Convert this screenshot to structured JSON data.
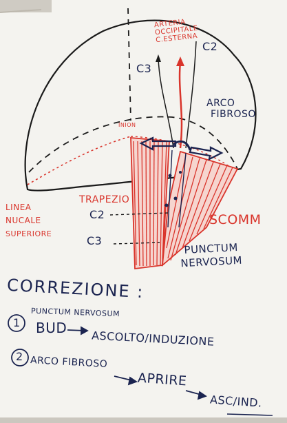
{
  "labels": {
    "arteria": [
      "ARTERIA",
      "OCCIPITALE",
      "C.ESTERNA"
    ],
    "c2_top": "C2",
    "c3_top": "C3",
    "arco_fibroso": [
      "ARCO",
      "FIBROSO"
    ],
    "inion": "INION",
    "linea_nucale": [
      "LINEA",
      "NUCALE",
      "SUPERIORE"
    ],
    "trapezio": "TRAPEZIO",
    "scomm": "SCOMM",
    "c2_mid": "C2",
    "c3_mid": "C3",
    "punctum_nervosum": [
      "PUNCTUM",
      "NERVOSUM"
    ]
  },
  "notes": {
    "title": "CORREZIONE :",
    "item1_number": "1",
    "item1_prefix": "PUNCTUM NERVOSUM",
    "item1_subject": "BUD",
    "item1_result": "ASCOLTO/INDUZIONE",
    "item2_number": "2",
    "item2_subject": "ARCO FIBROSO",
    "item2_action": "APRIRE",
    "item2_result": "ASC/IND."
  },
  "colors": {
    "board": "#f4f3ef",
    "ink_navy": "#1b2450",
    "ink_red": "#d9342b",
    "ink_black": "#1a1a1a"
  }
}
